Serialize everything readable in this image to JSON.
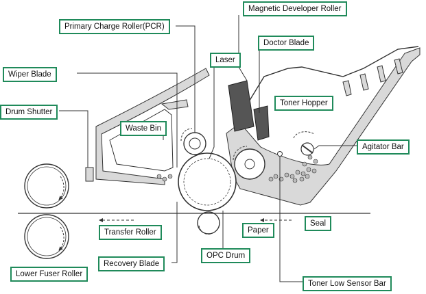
{
  "labels": {
    "magnetic_developer_roller": "Magnetic Developer Roller",
    "primary_charge_roller": "Primary Charge Roller(PCR)",
    "doctor_blade": "Doctor Blade",
    "laser": "Laser",
    "wiper_blade": "Wiper Blade",
    "toner_hopper": "Toner Hopper",
    "drum_shutter": "Drum Shutter",
    "waste_bin": "Waste Bin",
    "agitator_bar": "Agitator Bar",
    "transfer_roller": "Transfer Roller",
    "paper": "Paper",
    "seal": "Seal",
    "recovery_blade": "Recovery Blade",
    "opc_drum": "OPC Drum",
    "lower_fuser_roller": "Lower Fuser Roller",
    "toner_low_sensor_bar": "Toner Low Sensor Bar"
  },
  "colors": {
    "callout_border": "#1f8a5a",
    "line": "#333333",
    "housing_fill": "#d9d9d9",
    "dark_part": "#555555"
  }
}
